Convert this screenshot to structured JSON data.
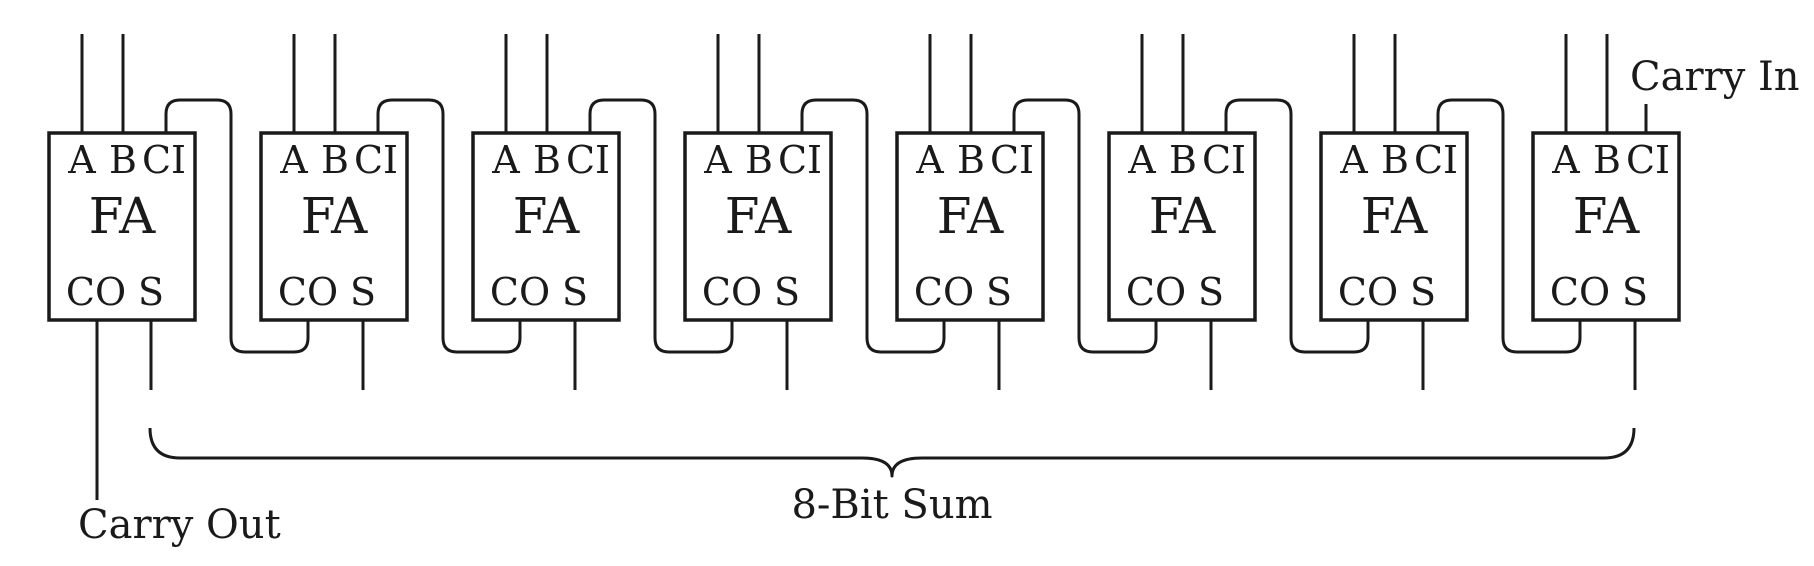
{
  "diagram": {
    "adders": [
      {
        "title": "FA",
        "pin_a": "A",
        "pin_b": "B",
        "pin_ci": "CI",
        "pin_co": "CO",
        "pin_s": "S"
      },
      {
        "title": "FA",
        "pin_a": "A",
        "pin_b": "B",
        "pin_ci": "CI",
        "pin_co": "CO",
        "pin_s": "S"
      },
      {
        "title": "FA",
        "pin_a": "A",
        "pin_b": "B",
        "pin_ci": "CI",
        "pin_co": "CO",
        "pin_s": "S"
      },
      {
        "title": "FA",
        "pin_a": "A",
        "pin_b": "B",
        "pin_ci": "CI",
        "pin_co": "CO",
        "pin_s": "S"
      },
      {
        "title": "FA",
        "pin_a": "A",
        "pin_b": "B",
        "pin_ci": "CI",
        "pin_co": "CO",
        "pin_s": "S"
      },
      {
        "title": "FA",
        "pin_a": "A",
        "pin_b": "B",
        "pin_ci": "CI",
        "pin_co": "CO",
        "pin_s": "S"
      },
      {
        "title": "FA",
        "pin_a": "A",
        "pin_b": "B",
        "pin_ci": "CI",
        "pin_co": "CO",
        "pin_s": "S"
      },
      {
        "title": "FA",
        "pin_a": "A",
        "pin_b": "B",
        "pin_ci": "CI",
        "pin_co": "CO",
        "pin_s": "S"
      }
    ],
    "carry_in_label": "Carry In",
    "carry_out_label": "Carry Out",
    "sum_label": "8-Bit Sum"
  }
}
